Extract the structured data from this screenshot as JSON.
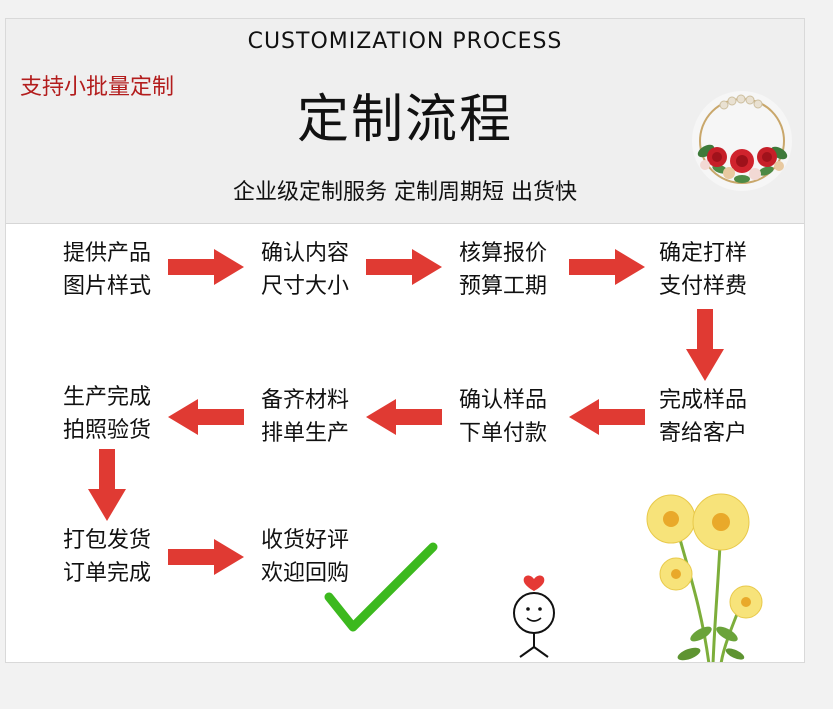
{
  "header": {
    "subtitle_en": "CUSTOMIZATION PROCESS",
    "title": "定制流程",
    "tagline": "企业级定制服务  定制周期短  出货快",
    "badge": "支持小批量定制"
  },
  "steps": [
    {
      "line1": "提供产品",
      "line2": "图片样式"
    },
    {
      "line1": "确认内容",
      "line2": "尺寸大小"
    },
    {
      "line1": "核算报价",
      "line2": "预算工期"
    },
    {
      "line1": "确定打样",
      "line2": "支付样费"
    },
    {
      "line1": "完成样品",
      "line2": "寄给客户"
    },
    {
      "line1": "确认样品",
      "line2": "下单付款"
    },
    {
      "line1": "备齐材料",
      "line2": "排单生产"
    },
    {
      "line1": "生产完成",
      "line2": "拍照验货"
    },
    {
      "line1": "打包发货",
      "line2": "订单完成"
    },
    {
      "line1": "收货好评",
      "line2": "欢迎回购"
    }
  ],
  "colors": {
    "arrow": "#e03a33",
    "badge": "#b31d1d",
    "check": "#3cb91e",
    "header_bg": "#efefef"
  },
  "icons": [
    "wreath-image",
    "arrow-right-icon",
    "arrow-left-icon",
    "arrow-down-icon",
    "checkmark-icon",
    "smiley-figure",
    "flower-image"
  ]
}
